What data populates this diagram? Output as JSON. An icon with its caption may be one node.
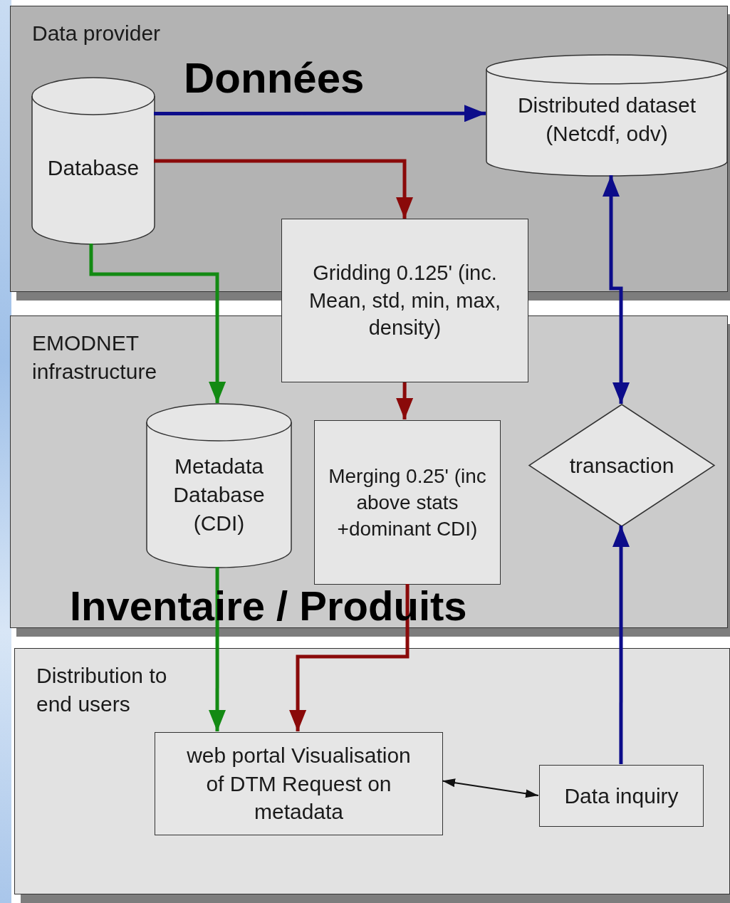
{
  "diagram": {
    "nodes": [
      {
        "text": [
          "Data provider"
        ]
      },
      {
        "text": [
          "Database"
        ],
        "in": 0
      },
      {
        "text": [
          "Distributed dataset (Netcdf, odv)"
        ],
        "in": 0
      },
      {
        "text": [
          "Gridding 0.125' (inc. Mean, std, min, max, density)"
        ]
      },
      {
        "text": [
          "EMODNET infrastructure"
        ]
      },
      {
        "text": [
          "Metadata Database (CDI)"
        ],
        "in": 4
      },
      {
        "text": [
          "Merging 0.25' (inc above stats +dominant CDI)"
        ],
        "in": 4
      },
      {
        "text": [
          "transaction"
        ],
        "in": 4
      },
      {
        "text": [
          "Distribution to end users"
        ]
      },
      {
        "text": [
          "web portal Visualisation of DTM Request on metadata"
        ],
        "in": 8
      },
      {
        "text": [
          "Data inquiry"
        ],
        "in": 8
      }
    ],
    "edges": [
      {
        "from": 1,
        "to": 2,
        "arrow": "to",
        "color": "#0c0c8a"
      },
      {
        "from": 1,
        "to": 3,
        "arrow": "to",
        "color": "#8a0a0a"
      },
      {
        "from": 1,
        "to": 5,
        "arrow": "to",
        "color": "#138a13"
      },
      {
        "from": 3,
        "to": 6,
        "arrow": "to",
        "color": "#8a0a0a"
      },
      {
        "from": 7,
        "to": 2,
        "arrow": "both",
        "color": "#0c0c8a"
      },
      {
        "from": 10,
        "to": 7,
        "arrow": "to",
        "color": "#0c0c8a"
      },
      {
        "from": 5,
        "to": 9,
        "arrow": "to",
        "color": "#138a13"
      },
      {
        "from": 6,
        "to": 9,
        "arrow": "to",
        "color": "#8a0a0a"
      },
      {
        "from": 9,
        "to": 10,
        "arrow": "both",
        "color": "#111111"
      }
    ],
    "labels": [
      "Données",
      "Inventaire / Produits"
    ]
  }
}
